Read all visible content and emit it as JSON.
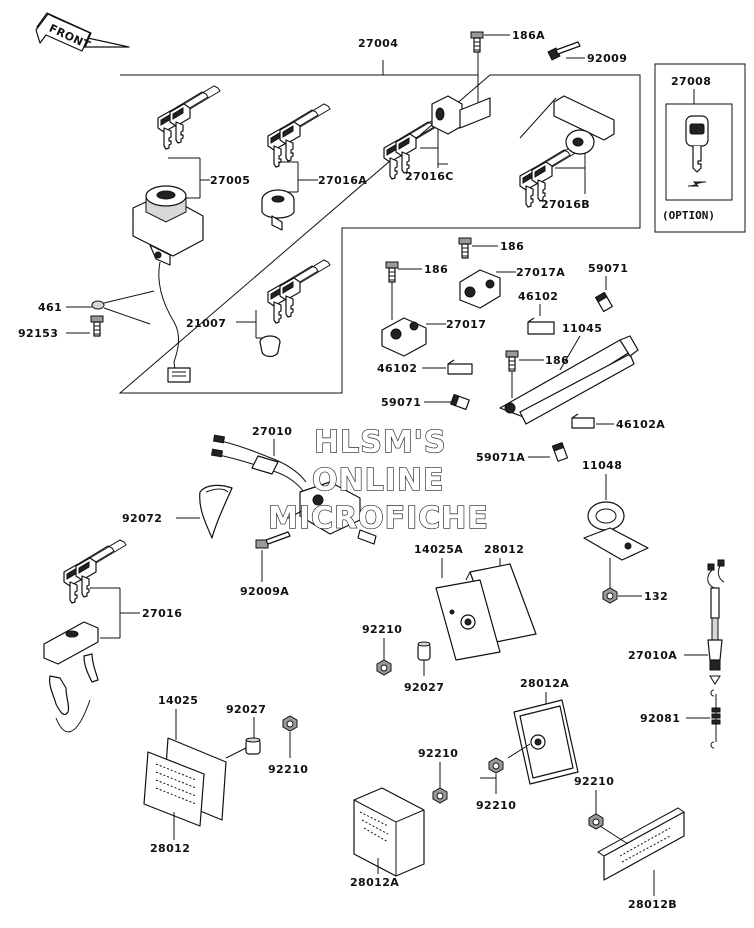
{
  "front_arrow": {
    "label": "FRONT"
  },
  "labels": {
    "l27004": "27004",
    "l186A": "186A",
    "l92009": "92009",
    "l27008": "27008",
    "l27005": "27005",
    "l27016A": "27016A",
    "l27016C": "27016C",
    "l27016B": "27016B",
    "option": "(OPTION)",
    "l461": "461",
    "l92153": "92153",
    "l21007": "21007",
    "l186a": "186",
    "l186b": "186",
    "l186c": "186",
    "l27017A": "27017A",
    "l59071a": "59071",
    "l27017": "27017",
    "l46102a": "46102",
    "l11045": "11045",
    "l46102b": "46102",
    "l59071b": "59071",
    "l46102A": "46102A",
    "l27010": "27010",
    "l59071A": "59071A",
    "l11048": "11048",
    "l92072": "92072",
    "l92009A": "92009A",
    "l14025A": "14025A",
    "l28012a": "28012",
    "l132": "132",
    "l27016": "27016",
    "l92210a": "92210",
    "l92027a": "92027",
    "l27010A": "27010A",
    "l28012A_top": "28012A",
    "l14025": "14025",
    "l92027b": "92027",
    "l92210b": "92210",
    "l92081": "92081",
    "l92210c": "92210",
    "l92210d": "92210",
    "l92210e": "92210",
    "l28012b": "28012",
    "l28012A_bot": "28012A",
    "l28012B": "28012B"
  },
  "watermark": {
    "line1": "HLSM'S",
    "line2": "ONLINE",
    "line3": "MICROFICHE"
  }
}
